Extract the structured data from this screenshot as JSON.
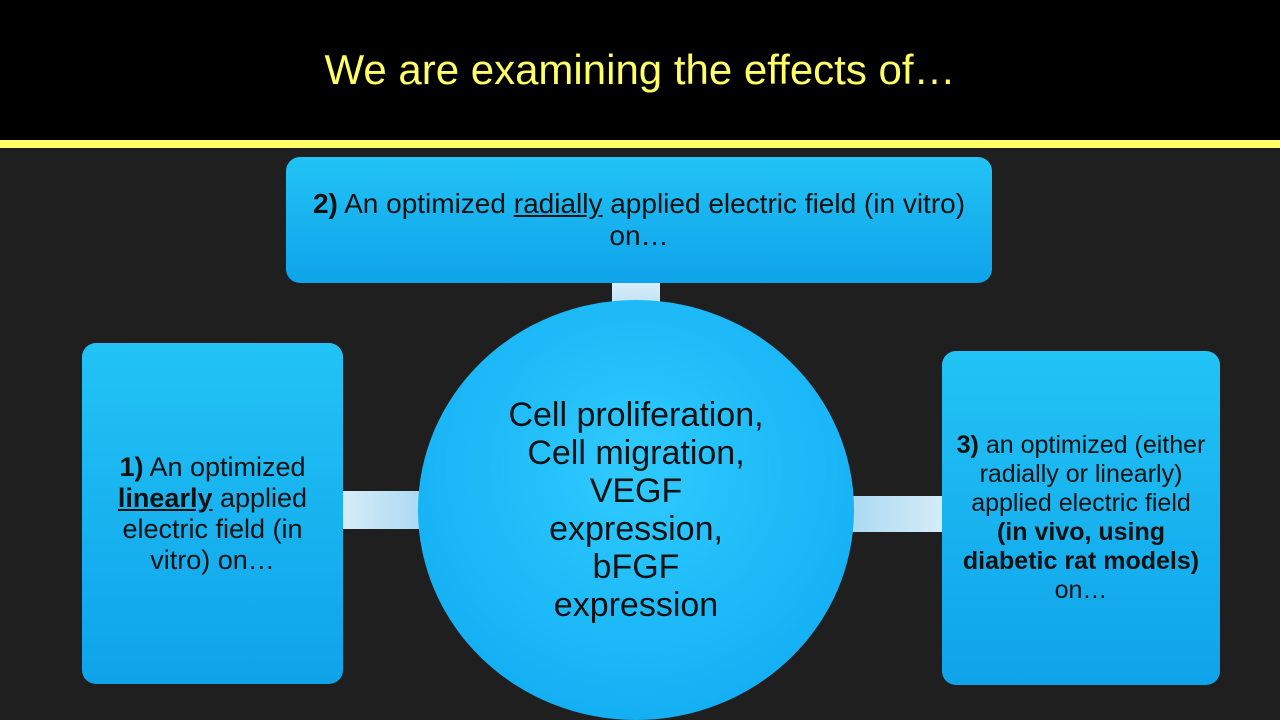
{
  "slide": {
    "title": "We are examining the effects of…",
    "colors": {
      "title": "#ffff66",
      "header_bg": "#000000",
      "background": "#1f1f1f",
      "box_fill": "#1cb6f2",
      "arrow_fill": "#a9d8f3"
    }
  },
  "center": {
    "lines": [
      "Cell proliferation,",
      "Cell migration,",
      "VEGF",
      "expression,",
      "bFGF",
      "expression"
    ]
  },
  "box_top": {
    "number": "2)",
    "text_before": "An optimized",
    "emphasis": "radially",
    "text_after": "applied electric field (in vitro) on…"
  },
  "box_left": {
    "number": "1)",
    "text_before": "An optimized",
    "emphasis": "linearly",
    "text_after": "applied electric field (in vitro) on…"
  },
  "box_right": {
    "number": "3)",
    "text_before": "an optimized (either radially or linearly) applied electric field",
    "bold_part": "(in vivo, using diabetic rat models)",
    "text_after": "on…"
  }
}
